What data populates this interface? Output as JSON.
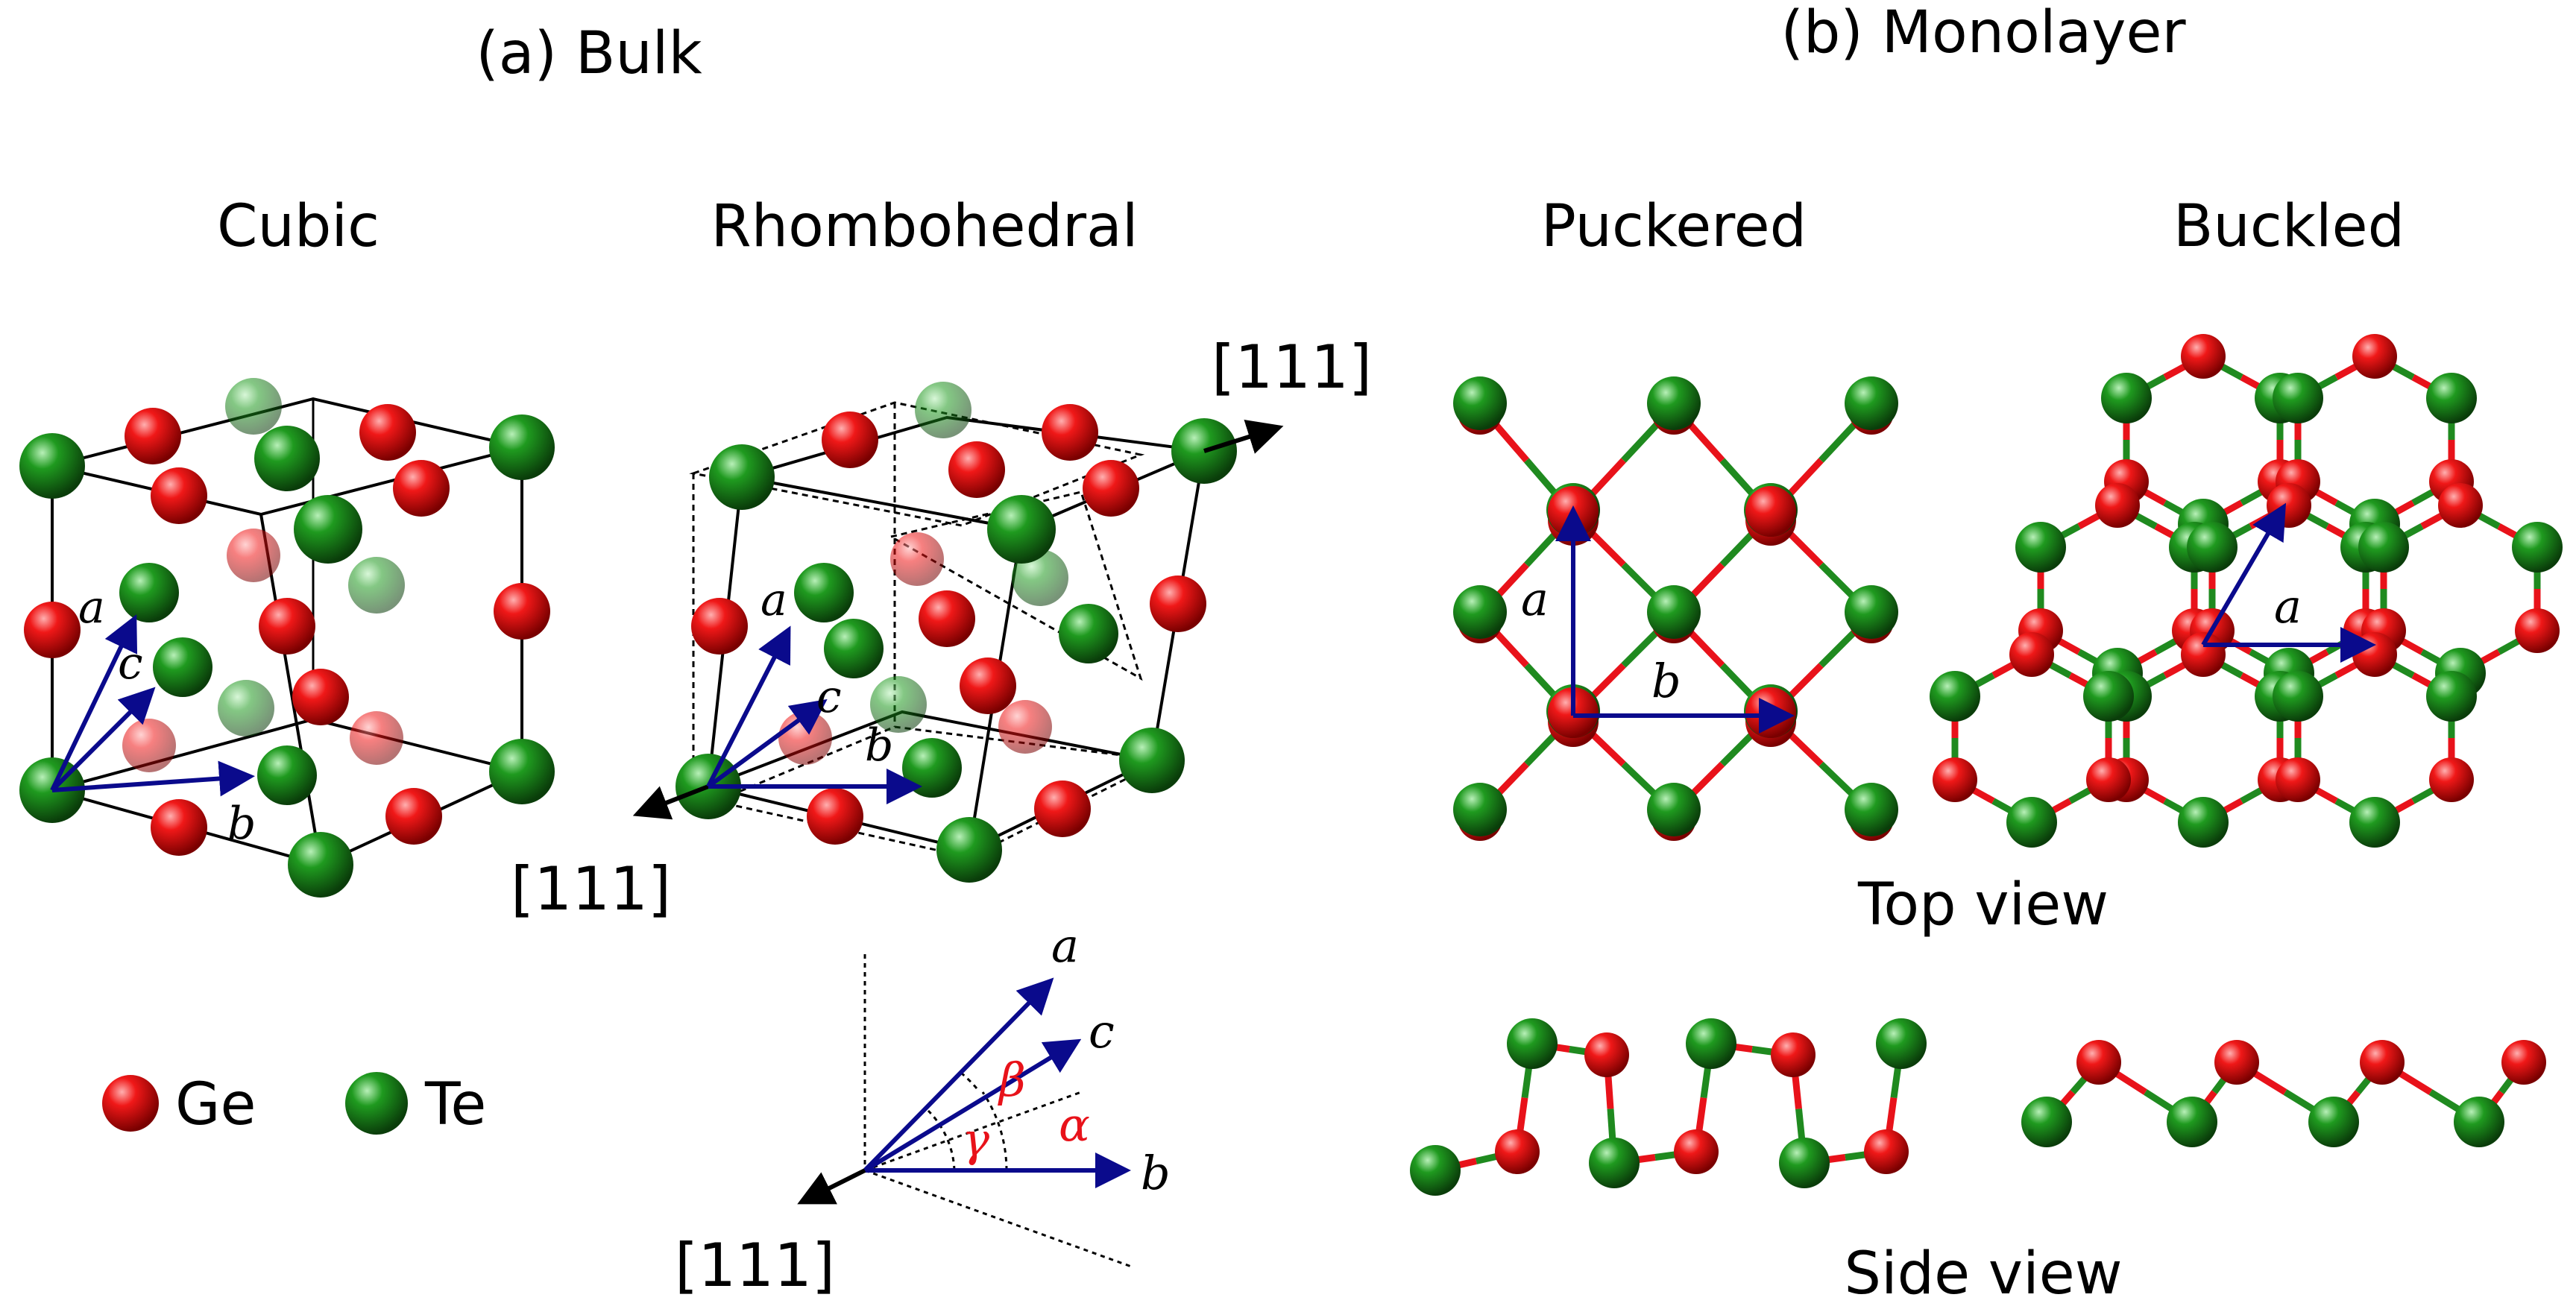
{
  "panel_a": {
    "title": "(a) Bulk",
    "cubic": "Cubic",
    "rhombo": "Rhombohedral"
  },
  "panel_b": {
    "title": "(b) Monolayer",
    "puckered": "Puckered",
    "buckled": "Buckled",
    "top_view": "Top view",
    "side_view": "Side view"
  },
  "legend": {
    "ge": "Ge",
    "te": "Te"
  },
  "direction": "[111]",
  "vectors": {
    "a": "a",
    "b": "b",
    "c": "c"
  },
  "angles": {
    "alpha": "α",
    "beta": "β",
    "gamma": "γ"
  },
  "colors": {
    "ge": "#e8121a",
    "te": "#1f8a1f",
    "vector": "#0a0a8c",
    "angle": "#e8121a"
  }
}
